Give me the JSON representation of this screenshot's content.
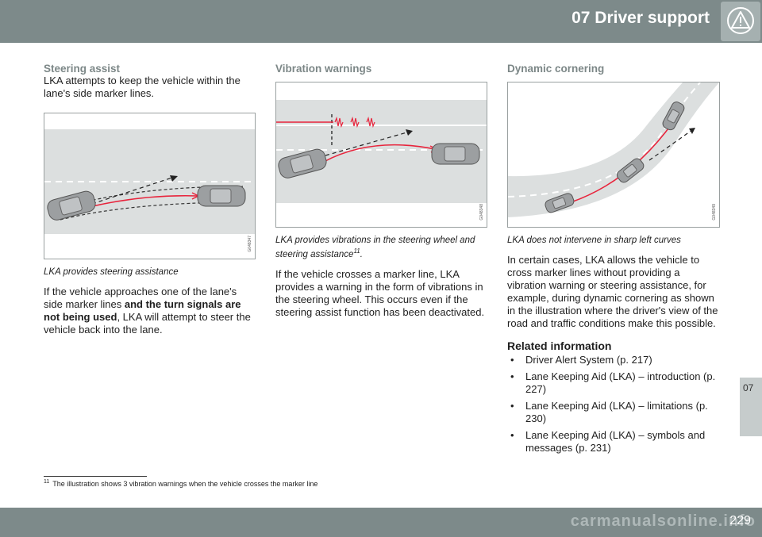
{
  "header": {
    "title": "07 Driver support",
    "icon": "warning-triangle-icon"
  },
  "side_tab": {
    "label": "07"
  },
  "footer": {
    "page_number": "229",
    "watermark": "carmanualsonline.info"
  },
  "col1": {
    "heading": "Steering assist",
    "intro": "LKA attempts to keep the vehicle within the lane's side marker lines.",
    "figure_code": "G048347",
    "caption": "LKA provides steering assistance",
    "body_part1": "If the vehicle approaches one of the lane's side marker lines ",
    "body_bold": "and the turn signals are not being used",
    "body_part2": ", LKA will attempt to steer the vehicle back into the lane."
  },
  "col2": {
    "heading": "Vibration warnings",
    "figure_code": "G048348",
    "caption": "LKA provides vibrations in the steering wheel and steering assistance",
    "caption_sup": "11",
    "caption_end": ".",
    "body": "If the vehicle crosses a marker line, LKA provides a warning in the form of vibrations in the steering wheel. This occurs even if the steering assist function has been deactivated."
  },
  "col3": {
    "heading": "Dynamic cornering",
    "figure_code": "G048349",
    "caption": "LKA does not intervene in sharp left curves",
    "body": "In certain cases, LKA allows the vehicle to cross marker lines without providing a vibration warning or steering assistance, for example, during dynamic cornering as shown in the illustration where the driver's view of the road and traffic conditions make this possible.",
    "related_heading": "Related information",
    "related": [
      "Driver Alert System (p. 217)",
      "Lane Keeping Aid (LKA) – introduction (p. 227)",
      "Lane Keeping Aid (LKA) – limitations (p. 230)",
      "Lane Keeping Aid (LKA) – symbols and messages (p. 231)"
    ]
  },
  "footnote": {
    "number": "11",
    "text": "The illustration shows 3 vibration warnings when the vehicle crosses the marker line"
  },
  "colors": {
    "header": "#7d8a8a",
    "heading": "#7c8787",
    "red_path": "#e8243c",
    "road": "#dcdfdf"
  }
}
